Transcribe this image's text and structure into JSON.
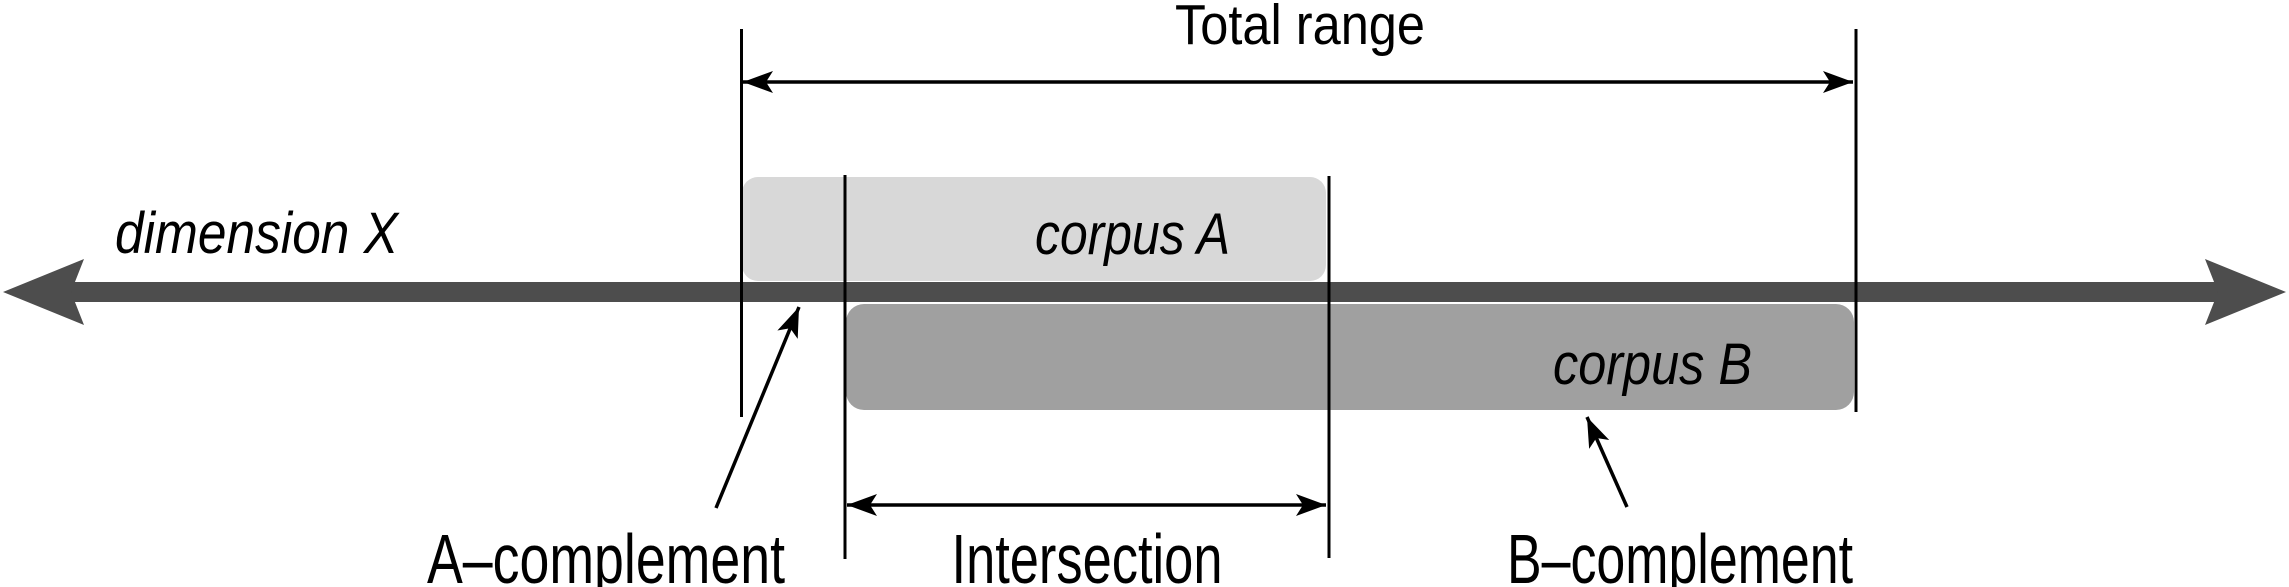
{
  "figure": {
    "axis": {
      "label": "dimension X"
    },
    "corpora": [
      {
        "id": "corpus-a",
        "label": "corpus A"
      },
      {
        "id": "corpus-b",
        "label": "corpus B"
      }
    ],
    "annotations": {
      "total_range": "Total range",
      "intersection": "Intersection",
      "a_complement": "A–complement",
      "b_complement": "B–complement"
    },
    "colors": {
      "corpus_a_fill": "#d8d8d8",
      "corpus_b_fill": "#a0a0a0",
      "axis_arrow": "#4d4d4d",
      "ink": "#000000",
      "background": "#ffffff"
    }
  }
}
